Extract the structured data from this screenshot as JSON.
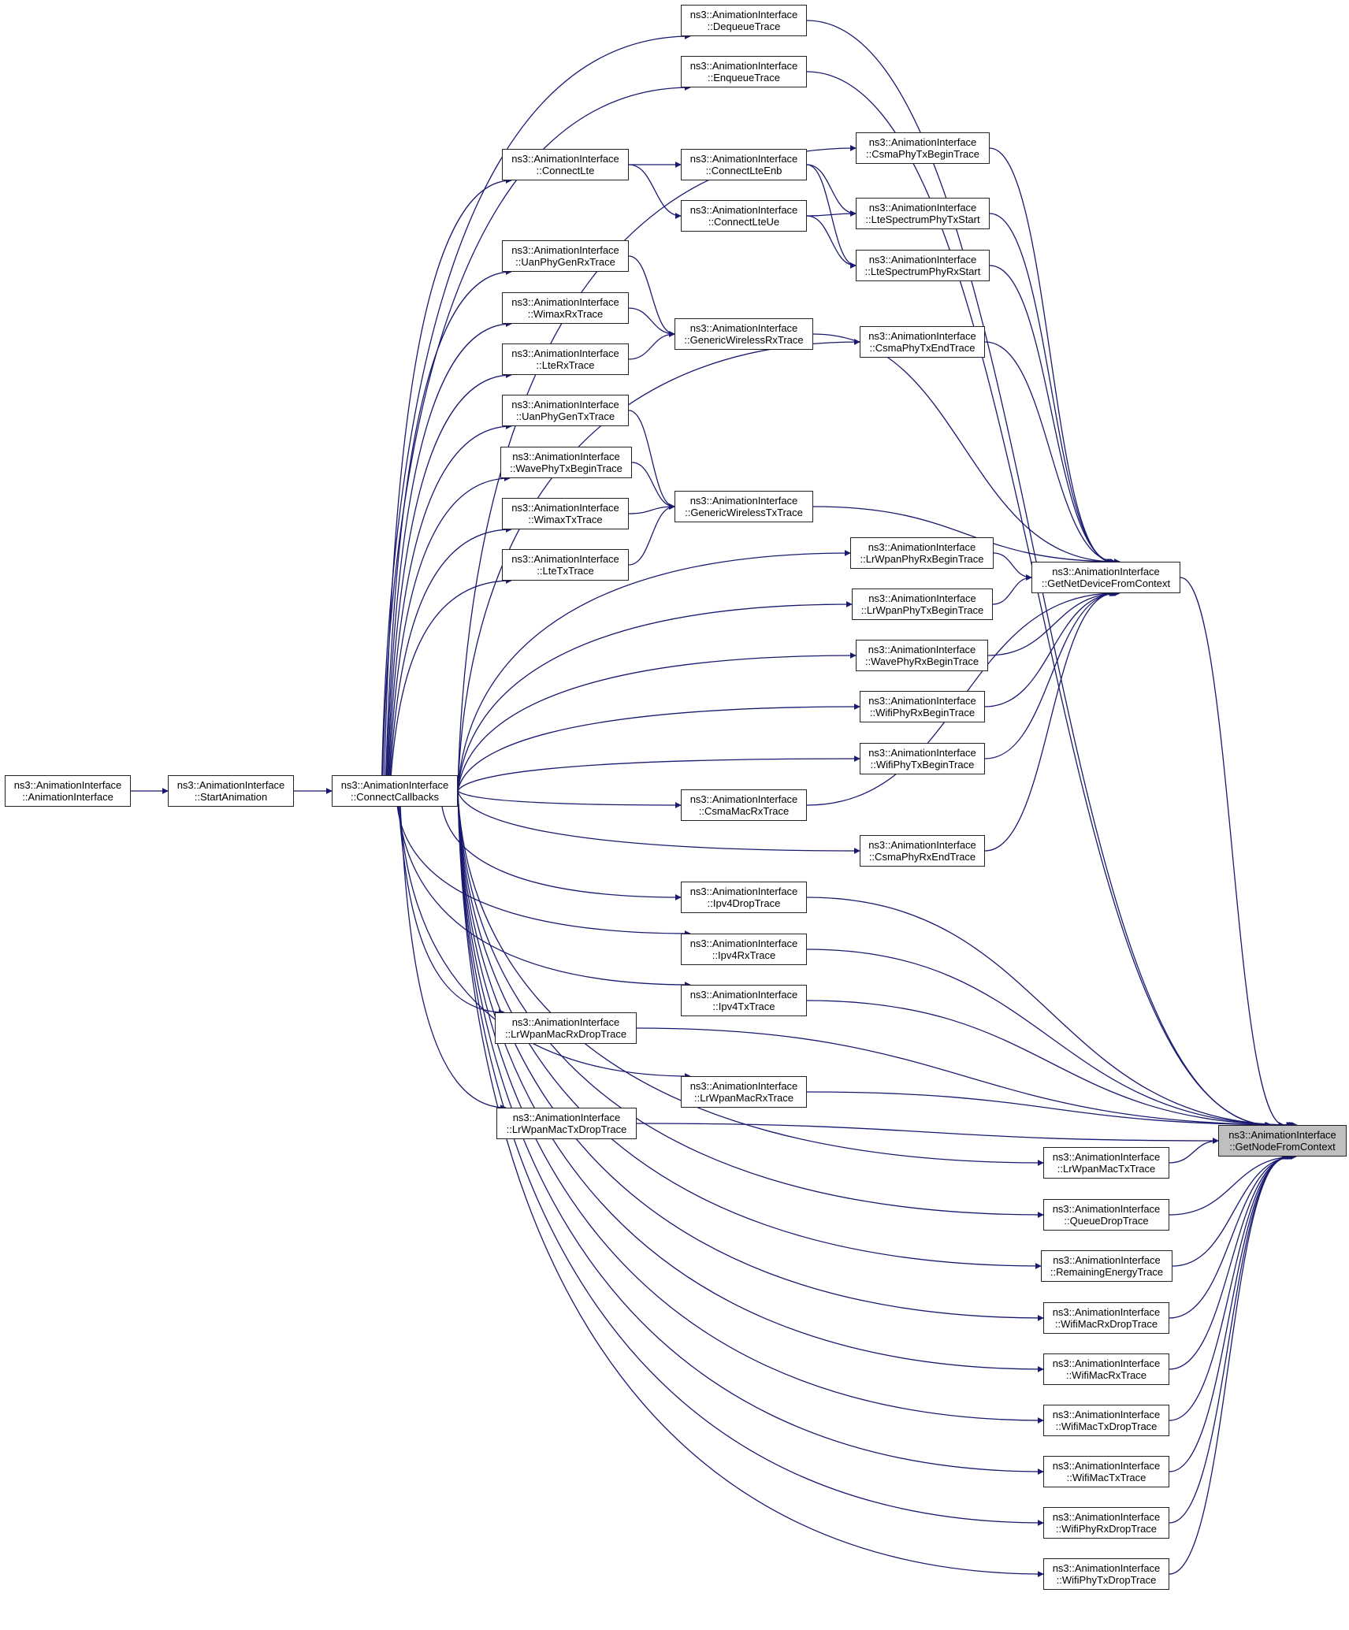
{
  "diagram": {
    "type": "doxygen-caller-graph",
    "edge_color": "#191970",
    "focus_fill": "#bfbfbf",
    "nodes": [
      {
        "id": "ctor",
        "line1": "ns3::AnimationInterface",
        "line2": "::AnimationInterface"
      },
      {
        "id": "start",
        "line1": "ns3::AnimationInterface",
        "line2": "::StartAnimation"
      },
      {
        "id": "cc",
        "line1": "ns3::AnimationInterface",
        "line2": "::ConnectCallbacks"
      },
      {
        "id": "deq",
        "line1": "ns3::AnimationInterface",
        "line2": "::DequeueTrace"
      },
      {
        "id": "enq",
        "line1": "ns3::AnimationInterface",
        "line2": "::EnqueueTrace"
      },
      {
        "id": "csmaTxBegin",
        "line1": "ns3::AnimationInterface",
        "line2": "::CsmaPhyTxBeginTrace"
      },
      {
        "id": "lte",
        "line1": "ns3::AnimationInterface",
        "line2": "::ConnectLte"
      },
      {
        "id": "lteEnb",
        "line1": "ns3::AnimationInterface",
        "line2": "::ConnectLteEnb"
      },
      {
        "id": "lteUe",
        "line1": "ns3::AnimationInterface",
        "line2": "::ConnectLteUe"
      },
      {
        "id": "lteSpTx",
        "line1": "ns3::AnimationInterface",
        "line2": "::LteSpectrumPhyTxStart"
      },
      {
        "id": "lteSpRx",
        "line1": "ns3::AnimationInterface",
        "line2": "::LteSpectrumPhyRxStart"
      },
      {
        "id": "uanRx",
        "line1": "ns3::AnimationInterface",
        "line2": "::UanPhyGenRxTrace"
      },
      {
        "id": "wimaxRx",
        "line1": "ns3::AnimationInterface",
        "line2": "::WimaxRxTrace"
      },
      {
        "id": "genRx",
        "line1": "ns3::AnimationInterface",
        "line2": "::GenericWirelessRxTrace"
      },
      {
        "id": "csmaTxEnd",
        "line1": "ns3::AnimationInterface",
        "line2": "::CsmaPhyTxEndTrace"
      },
      {
        "id": "lteRx",
        "line1": "ns3::AnimationInterface",
        "line2": "::LteRxTrace"
      },
      {
        "id": "uanTx",
        "line1": "ns3::AnimationInterface",
        "line2": "::UanPhyGenTxTrace"
      },
      {
        "id": "waveTxBegin",
        "line1": "ns3::AnimationInterface",
        "line2": "::WavePhyTxBeginTrace"
      },
      {
        "id": "wimaxTx",
        "line1": "ns3::AnimationInterface",
        "line2": "::WimaxTxTrace"
      },
      {
        "id": "genTx",
        "line1": "ns3::AnimationInterface",
        "line2": "::GenericWirelessTxTrace"
      },
      {
        "id": "lteTx",
        "line1": "ns3::AnimationInterface",
        "line2": "::LteTxTrace"
      },
      {
        "id": "lrPhyRx",
        "line1": "ns3::AnimationInterface",
        "line2": "::LrWpanPhyRxBeginTrace"
      },
      {
        "id": "netdev",
        "line1": "ns3::AnimationInterface",
        "line2": "::GetNetDeviceFromContext"
      },
      {
        "id": "lrPhyTx",
        "line1": "ns3::AnimationInterface",
        "line2": "::LrWpanPhyTxBeginTrace"
      },
      {
        "id": "waveRxBegin",
        "line1": "ns3::AnimationInterface",
        "line2": "::WavePhyRxBeginTrace"
      },
      {
        "id": "wifiPhyRxBegin",
        "line1": "ns3::AnimationInterface",
        "line2": "::WifiPhyRxBeginTrace"
      },
      {
        "id": "wifiPhyTxBegin",
        "line1": "ns3::AnimationInterface",
        "line2": "::WifiPhyTxBeginTrace"
      },
      {
        "id": "csmaMacRx",
        "line1": "ns3::AnimationInterface",
        "line2": "::CsmaMacRxTrace"
      },
      {
        "id": "csmaRxEnd",
        "line1": "ns3::AnimationInterface",
        "line2": "::CsmaPhyRxEndTrace"
      },
      {
        "id": "ipv4Drop",
        "line1": "ns3::AnimationInterface",
        "line2": "::Ipv4DropTrace"
      },
      {
        "id": "ipv4Rx",
        "line1": "ns3::AnimationInterface",
        "line2": "::Ipv4RxTrace"
      },
      {
        "id": "ipv4Tx",
        "line1": "ns3::AnimationInterface",
        "line2": "::Ipv4TxTrace"
      },
      {
        "id": "lrMacRxDrop",
        "line1": "ns3::AnimationInterface",
        "line2": "::LrWpanMacRxDropTrace"
      },
      {
        "id": "lrMacRx",
        "line1": "ns3::AnimationInterface",
        "line2": "::LrWpanMacRxTrace"
      },
      {
        "id": "lrMacTxDrop",
        "line1": "ns3::AnimationInterface",
        "line2": "::LrWpanMacTxDropTrace"
      },
      {
        "id": "getnode",
        "line1": "ns3::AnimationInterface",
        "line2": "::GetNodeFromContext",
        "focus": true
      },
      {
        "id": "lrMacTx",
        "line1": "ns3::AnimationInterface",
        "line2": "::LrWpanMacTxTrace"
      },
      {
        "id": "queueDrop",
        "line1": "ns3::AnimationInterface",
        "line2": "::QueueDropTrace"
      },
      {
        "id": "energy",
        "line1": "ns3::AnimationInterface",
        "line2": "::RemainingEnergyTrace"
      },
      {
        "id": "wifiMacRxDrop",
        "line1": "ns3::AnimationInterface",
        "line2": "::WifiMacRxDropTrace"
      },
      {
        "id": "wifiMacRx",
        "line1": "ns3::AnimationInterface",
        "line2": "::WifiMacRxTrace"
      },
      {
        "id": "wifiMacTxDrop",
        "line1": "ns3::AnimationInterface",
        "line2": "::WifiMacTxDropTrace"
      },
      {
        "id": "wifiMacTx",
        "line1": "ns3::AnimationInterface",
        "line2": "::WifiMacTxTrace"
      },
      {
        "id": "wifiPhyRxDrop",
        "line1": "ns3::AnimationInterface",
        "line2": "::WifiPhyRxDropTrace"
      },
      {
        "id": "wifiPhyTxDrop",
        "line1": "ns3::AnimationInterface",
        "line2": "::WifiPhyTxDropTrace"
      }
    ],
    "edges": [
      [
        "ctor",
        "start"
      ],
      [
        "start",
        "cc"
      ],
      [
        "cc",
        "deq"
      ],
      [
        "cc",
        "enq"
      ],
      [
        "cc",
        "csmaTxBegin"
      ],
      [
        "cc",
        "lte"
      ],
      [
        "cc",
        "csmaTxEnd"
      ],
      [
        "cc",
        "uanRx"
      ],
      [
        "cc",
        "wimaxRx"
      ],
      [
        "cc",
        "lteRx"
      ],
      [
        "cc",
        "uanTx"
      ],
      [
        "cc",
        "waveTxBegin"
      ],
      [
        "cc",
        "wimaxTx"
      ],
      [
        "cc",
        "lteTx"
      ],
      [
        "cc",
        "lrPhyRx"
      ],
      [
        "cc",
        "lrPhyTx"
      ],
      [
        "cc",
        "waveRxBegin"
      ],
      [
        "cc",
        "wifiPhyRxBegin"
      ],
      [
        "cc",
        "wifiPhyTxBegin"
      ],
      [
        "cc",
        "csmaMacRx"
      ],
      [
        "cc",
        "csmaRxEnd"
      ],
      [
        "cc",
        "ipv4Drop"
      ],
      [
        "cc",
        "ipv4Rx"
      ],
      [
        "cc",
        "ipv4Tx"
      ],
      [
        "cc",
        "lrMacRxDrop"
      ],
      [
        "cc",
        "lrMacRx"
      ],
      [
        "cc",
        "lrMacTxDrop"
      ],
      [
        "cc",
        "lrMacTx"
      ],
      [
        "cc",
        "queueDrop"
      ],
      [
        "cc",
        "energy"
      ],
      [
        "cc",
        "wifiMacRxDrop"
      ],
      [
        "cc",
        "wifiMacRx"
      ],
      [
        "cc",
        "wifiMacTxDrop"
      ],
      [
        "cc",
        "wifiMacTx"
      ],
      [
        "cc",
        "wifiPhyRxDrop"
      ],
      [
        "cc",
        "wifiPhyTxDrop"
      ],
      [
        "lte",
        "lteEnb"
      ],
      [
        "lte",
        "lteUe"
      ],
      [
        "lteEnb",
        "lteSpTx"
      ],
      [
        "lteEnb",
        "lteSpRx"
      ],
      [
        "lteUe",
        "lteSpTx"
      ],
      [
        "lteUe",
        "lteSpRx"
      ],
      [
        "uanRx",
        "genRx"
      ],
      [
        "wimaxRx",
        "genRx"
      ],
      [
        "lteRx",
        "genRx"
      ],
      [
        "uanTx",
        "genTx"
      ],
      [
        "waveTxBegin",
        "genTx"
      ],
      [
        "wimaxTx",
        "genTx"
      ],
      [
        "lteTx",
        "genTx"
      ],
      [
        "csmaTxBegin",
        "netdev"
      ],
      [
        "lteSpTx",
        "netdev"
      ],
      [
        "lteSpRx",
        "netdev"
      ],
      [
        "genRx",
        "netdev"
      ],
      [
        "csmaTxEnd",
        "netdev"
      ],
      [
        "genTx",
        "netdev"
      ],
      [
        "lrPhyRx",
        "netdev"
      ],
      [
        "lrPhyTx",
        "netdev"
      ],
      [
        "waveRxBegin",
        "netdev"
      ],
      [
        "wifiPhyRxBegin",
        "netdev"
      ],
      [
        "wifiPhyTxBegin",
        "netdev"
      ],
      [
        "csmaMacRx",
        "netdev"
      ],
      [
        "csmaRxEnd",
        "netdev"
      ],
      [
        "deq",
        "getnode"
      ],
      [
        "enq",
        "getnode"
      ],
      [
        "netdev",
        "getnode"
      ],
      [
        "ipv4Drop",
        "getnode"
      ],
      [
        "ipv4Rx",
        "getnode"
      ],
      [
        "ipv4Tx",
        "getnode"
      ],
      [
        "lrMacRxDrop",
        "getnode"
      ],
      [
        "lrMacRx",
        "getnode"
      ],
      [
        "lrMacTxDrop",
        "getnode"
      ],
      [
        "lrMacTx",
        "getnode"
      ],
      [
        "queueDrop",
        "getnode"
      ],
      [
        "energy",
        "getnode"
      ],
      [
        "wifiMacRxDrop",
        "getnode"
      ],
      [
        "wifiMacRx",
        "getnode"
      ],
      [
        "wifiMacTxDrop",
        "getnode"
      ],
      [
        "wifiMacTx",
        "getnode"
      ],
      [
        "wifiPhyRxDrop",
        "getnode"
      ],
      [
        "wifiPhyTxDrop",
        "getnode"
      ]
    ]
  }
}
